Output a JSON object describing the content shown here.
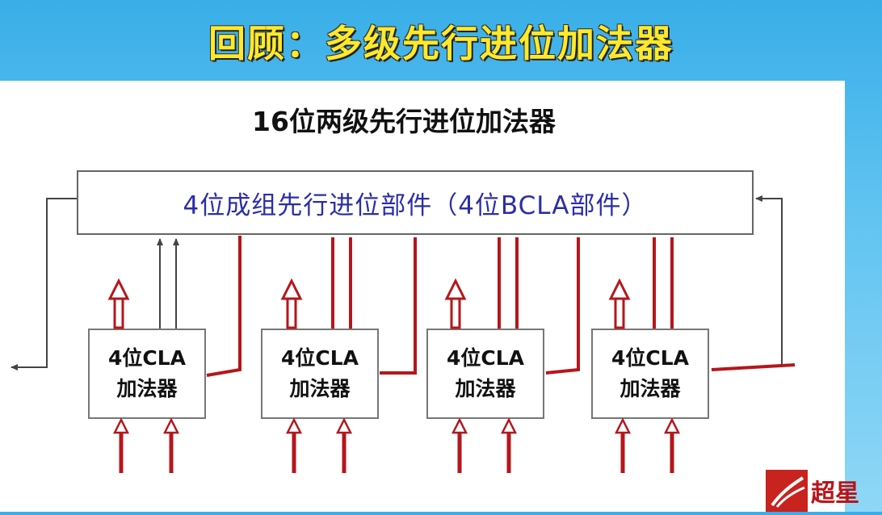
{
  "slide_title": "回顾：多级先行进位加法器",
  "diagram": {
    "heading": "16位两级先行进位加法器",
    "bcla_label": "4位成组先行进位部件（4位BCLA部件）",
    "cla_units": [
      {
        "line1": "4位CLA",
        "line2": "加法器"
      },
      {
        "line1": "4位CLA",
        "line2": "加法器"
      },
      {
        "line1": "4位CLA",
        "line2": "加法器"
      },
      {
        "line1": "4位CLA",
        "line2": "加法器"
      }
    ]
  },
  "colors": {
    "title_text": "#ffe92a",
    "bcla_text": "#2b2ea8",
    "signal_red": "#b5161c",
    "signal_gray": "#444444",
    "background": "#4db9ee"
  },
  "logo": {
    "text": "超星"
  }
}
